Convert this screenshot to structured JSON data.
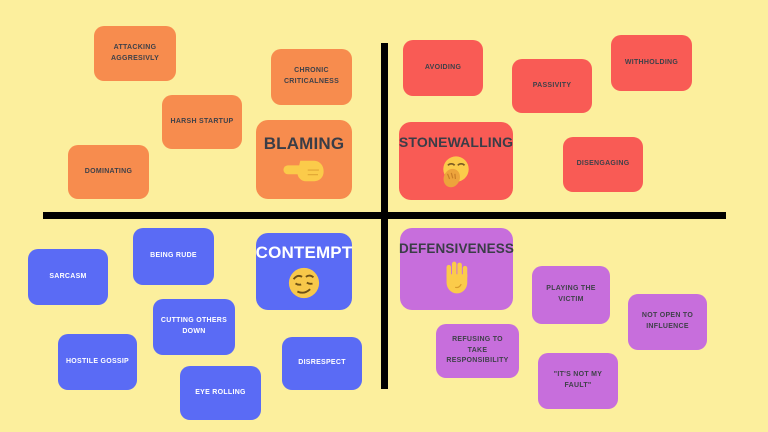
{
  "board": {
    "background_color": "#FCEF9D",
    "divider_color": "#000000"
  },
  "quadrants": [
    {
      "name": "Blaming",
      "title": "BLAMING",
      "color": "#F78C4E",
      "emoji": "backhand-index-pointing-left",
      "notes": [
        "ATTACKING AGGRESIVLY",
        "CHRONIC CRITICALNESS",
        "HARSH STARTUP",
        "DOMINATING"
      ]
    },
    {
      "name": "Stonewalling",
      "title": "STONEWALLING",
      "color": "#F95B55",
      "emoji": "yawning-face",
      "notes": [
        "AVOIDING",
        "PASSIVITY",
        "WITHHOLDING",
        "DISENGAGING"
      ]
    },
    {
      "name": "Contempt",
      "title": "CONTEMPT",
      "color": "#5A6BF5",
      "emoji": "smirking-face",
      "notes": [
        "SARCASM",
        "BEING RUDE",
        "CUTTING OTHERS DOWN",
        "HOSTILE GOSSIP",
        "EYE ROLLING",
        "DISRESPECT"
      ]
    },
    {
      "name": "Defensiveness",
      "title": "DEFENSIVENESS",
      "color": "#C76EDC",
      "emoji": "raised-hand",
      "notes": [
        "PLAYING THE VICTIM",
        "NOT OPEN TO INFLUENCE",
        "REFUSING TO TAKE RESPONSIBILITY",
        "\"IT'S NOT MY FAULT\""
      ]
    }
  ]
}
